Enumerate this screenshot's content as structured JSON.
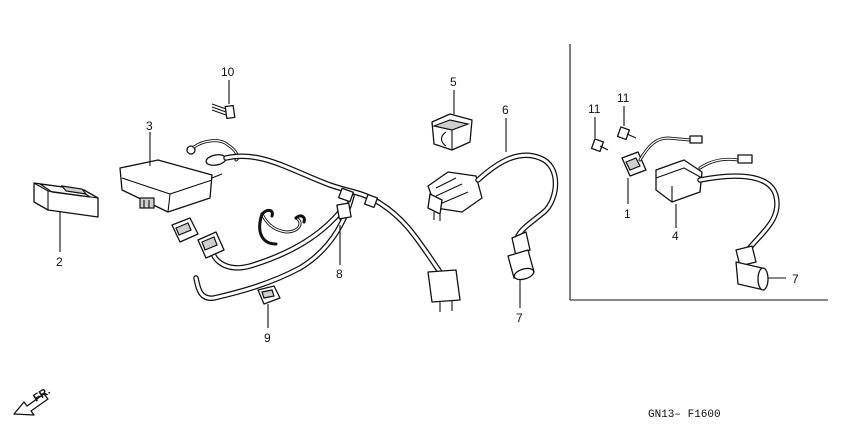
{
  "callouts": {
    "c1": "1",
    "c2": "2",
    "c3": "3",
    "c4": "4",
    "c5": "5",
    "c6": "6",
    "c7a": "7",
    "c7b": "7",
    "c8": "8",
    "c9": "9",
    "c10": "10",
    "c11a": "11",
    "c11b": "11"
  },
  "direction_label": "FR.",
  "figure_ref": "GN13– F1600"
}
